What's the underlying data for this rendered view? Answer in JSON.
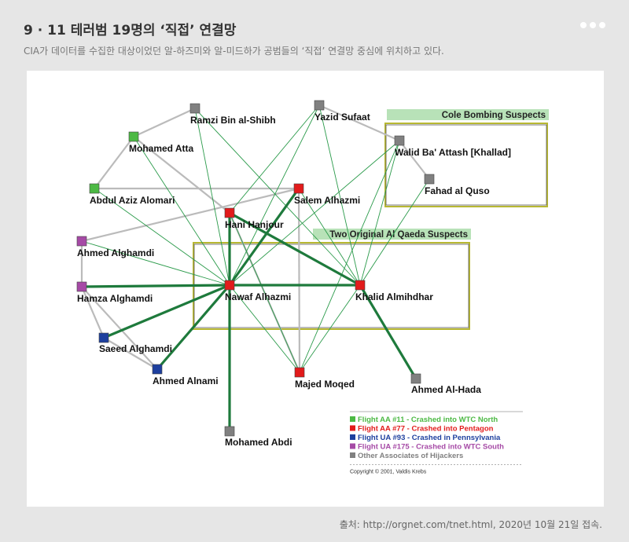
{
  "header": {
    "title": "9 · 11 테러범 19명의 ‘직접’ 연결망",
    "subtitle": "CIA가 데이터를 수집한 대상이었던 알-하즈미와 알-미드하가 공범들의 ‘직접’ 연결망 중심에 위치하고 있다.",
    "menu_icon": "more-dots-icon"
  },
  "footer": {
    "source": "출처: http://orgnet.com/tnet.html, 2020년 10월 21일 접속."
  },
  "colors": {
    "aa11": "#4cb944",
    "aa77": "#e21b1b",
    "ua93": "#1d3f9e",
    "ua175": "#a64aa6",
    "other": "#808080",
    "edge_strong": "#1e7a3c",
    "edge_thin": "#2a9a4a",
    "edge_gray": "#bbbbbb",
    "box_border": "#b8b832",
    "box_label_bg": "#b8e2b8"
  },
  "diagram": {
    "groups": [
      {
        "id": "cole",
        "label": "Cole Bombing Suspects"
      },
      {
        "id": "aq",
        "label": "Two Original Al Qaeda Suspects"
      }
    ],
    "nodes": [
      {
        "id": "ramzi",
        "label": "Ramzi Bin al-Shibh",
        "group": "other"
      },
      {
        "id": "yazid",
        "label": "Yazid Sufaat",
        "group": "other"
      },
      {
        "id": "atta",
        "label": "Mohamed Atta",
        "group": "aa11"
      },
      {
        "id": "walid",
        "label": "Walid Ba' Attash [Khallad]",
        "group": "other"
      },
      {
        "id": "fahad",
        "label": "Fahad al Quso",
        "group": "other"
      },
      {
        "id": "alomari",
        "label": "Abdul Aziz Alomari",
        "group": "aa11"
      },
      {
        "id": "salem",
        "label": "Salem Alhazmi",
        "group": "aa77"
      },
      {
        "id": "hani",
        "label": "Hani Hanjour",
        "group": "aa77"
      },
      {
        "id": "ahmedg",
        "label": "Ahmed Alghamdi",
        "group": "ua175"
      },
      {
        "id": "hamza",
        "label": "Hamza Alghamdi",
        "group": "ua175"
      },
      {
        "id": "nawaf",
        "label": "Nawaf Alhazmi",
        "group": "aa77"
      },
      {
        "id": "khalid",
        "label": "Khalid Almihdhar",
        "group": "aa77"
      },
      {
        "id": "saeed",
        "label": "Saeed Alghamdi",
        "group": "ua93"
      },
      {
        "id": "alnami",
        "label": "Ahmed Alnami",
        "group": "ua93"
      },
      {
        "id": "majed",
        "label": "Majed Moqed",
        "group": "aa77"
      },
      {
        "id": "hada",
        "label": "Ahmed Al-Hada",
        "group": "other"
      },
      {
        "id": "abdi",
        "label": "Mohamed Abdi",
        "group": "other"
      }
    ],
    "edges": [
      [
        "nawaf",
        "khalid",
        "strong"
      ],
      [
        "nawaf",
        "hani",
        "strong"
      ],
      [
        "nawaf",
        "salem",
        "strong"
      ],
      [
        "nawaf",
        "hamza",
        "strong"
      ],
      [
        "nawaf",
        "saeed",
        "strong"
      ],
      [
        "nawaf",
        "alnami",
        "strong"
      ],
      [
        "nawaf",
        "abdi",
        "strong"
      ],
      [
        "khalid",
        "hani",
        "strong"
      ],
      [
        "khalid",
        "hada",
        "strong"
      ],
      [
        "nawaf",
        "ramzi",
        "thin"
      ],
      [
        "nawaf",
        "atta",
        "thin"
      ],
      [
        "nawaf",
        "alomari",
        "thin"
      ],
      [
        "nawaf",
        "ahmedg",
        "thin"
      ],
      [
        "nawaf",
        "yazid",
        "thin"
      ],
      [
        "nawaf",
        "walid",
        "thin"
      ],
      [
        "nawaf",
        "majed",
        "thin"
      ],
      [
        "khalid",
        "ramzi",
        "thin"
      ],
      [
        "khalid",
        "yazid",
        "thin"
      ],
      [
        "khalid",
        "walid",
        "thin"
      ],
      [
        "khalid",
        "fahad",
        "thin"
      ],
      [
        "khalid",
        "salem",
        "thin"
      ],
      [
        "khalid",
        "majed",
        "thin"
      ],
      [
        "majed",
        "walid",
        "thin"
      ],
      [
        "majed",
        "hani",
        "thin"
      ],
      [
        "yazid",
        "hani",
        "thin"
      ],
      [
        "ramzi",
        "atta",
        "gray"
      ],
      [
        "atta",
        "alomari",
        "gray"
      ],
      [
        "atta",
        "hani",
        "gray"
      ],
      [
        "alomari",
        "salem",
        "gray"
      ],
      [
        "ahmedg",
        "salem",
        "gray"
      ],
      [
        "ahmedg",
        "hamza",
        "gray"
      ],
      [
        "hamza",
        "saeed",
        "gray"
      ],
      [
        "hamza",
        "alnami",
        "gray"
      ],
      [
        "saeed",
        "alnami",
        "gray"
      ],
      [
        "hani",
        "majed",
        "gray"
      ],
      [
        "salem",
        "majed",
        "gray"
      ],
      [
        "yazid",
        "walid",
        "gray"
      ],
      [
        "walid",
        "fahad",
        "gray"
      ]
    ],
    "legend": [
      {
        "label": "Flight AA #11 - Crashed into WTC North",
        "group": "aa11"
      },
      {
        "label": "Flight AA #77 - Crashed into Pentagon",
        "group": "aa77"
      },
      {
        "label": "Flight UA #93 - Crashed in Pennsylvania",
        "group": "ua93"
      },
      {
        "label": "Flight UA #175 - Crashed into WTC South",
        "group": "ua175"
      },
      {
        "label": "Other Associates of Hijackers",
        "group": "other"
      }
    ],
    "copyright": "Copyright © 2001, Valdis Krebs"
  }
}
